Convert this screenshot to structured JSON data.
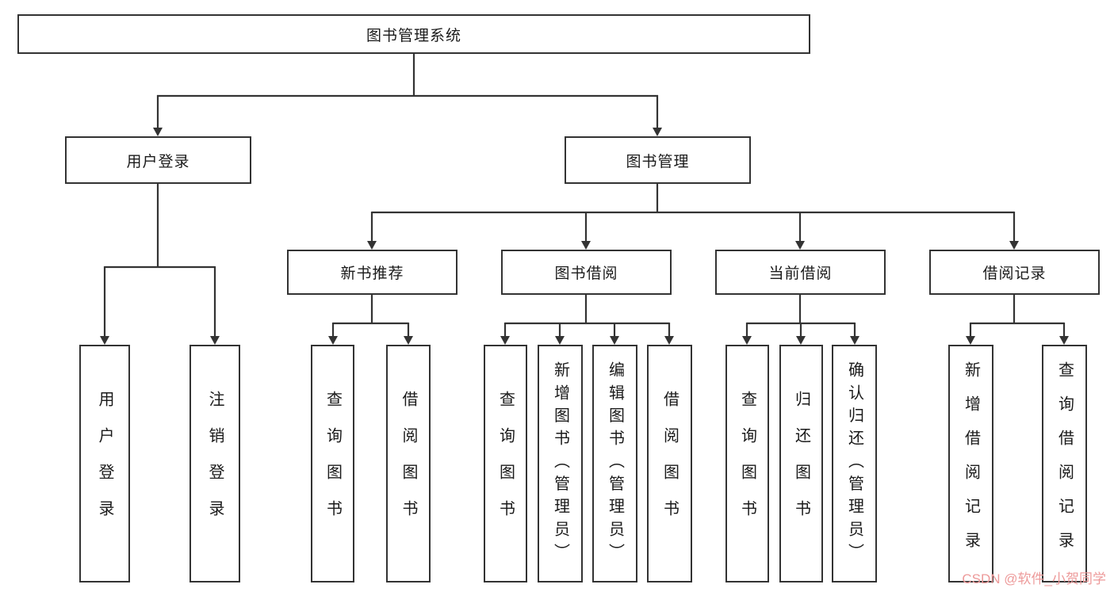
{
  "diagram": {
    "type": "hierarchy-tree",
    "colors": {
      "line": "#333333",
      "border": "#333333",
      "text": "#1a1a1a",
      "background": "#ffffff",
      "watermark": "#ED9A9A"
    },
    "tree": {
      "label": "图书管理系统",
      "children": [
        {
          "label": "用户登录",
          "children": [
            {
              "label": "用户登录"
            },
            {
              "label": "注销登录"
            }
          ]
        },
        {
          "label": "图书管理",
          "children": [
            {
              "label": "新书推荐",
              "children": [
                {
                  "label": "查询图书"
                },
                {
                  "label": "借阅图书"
                }
              ]
            },
            {
              "label": "图书借阅",
              "children": [
                {
                  "label": "查询图书"
                },
                {
                  "label": "新增图书（管理员）"
                },
                {
                  "label": "编辑图书（管理员）"
                },
                {
                  "label": "借阅图书"
                }
              ]
            },
            {
              "label": "当前借阅",
              "children": [
                {
                  "label": "查询图书"
                },
                {
                  "label": "归还图书"
                },
                {
                  "label": "确认归还（管理员）"
                }
              ]
            },
            {
              "label": "借阅记录",
              "children": [
                {
                  "label": "新增借阅记录"
                },
                {
                  "label": "查询借阅记录"
                }
              ]
            }
          ]
        }
      ]
    },
    "watermark": {
      "text": "CSDN @软件_小贺同学"
    }
  }
}
